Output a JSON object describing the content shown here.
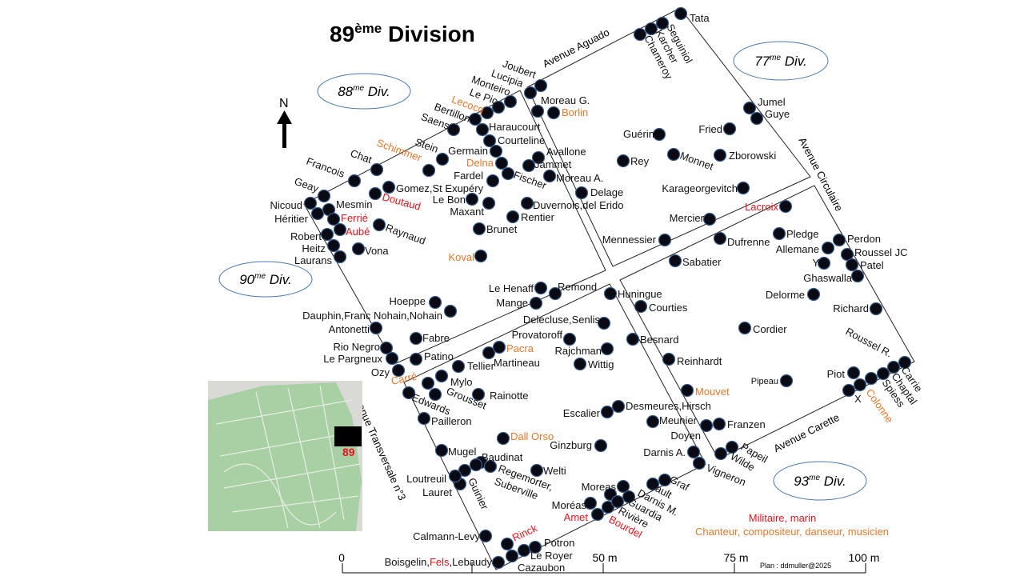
{
  "title": {
    "number": "89",
    "sup": "ème",
    "rest": " Division"
  },
  "north": "N",
  "divisions": [
    {
      "num": "88",
      "sup": "me",
      "rest": " Div."
    },
    {
      "num": "77",
      "sup": "me",
      "rest": " Div."
    },
    {
      "num": "90",
      "sup": "me",
      "rest": " Div."
    },
    {
      "num": "93",
      "sup": "me",
      "rest": " Div."
    }
  ],
  "avenues": [
    "Avenue Aguado",
    "Avenue Circulaire",
    "Avenue Transversale n°3",
    "Avenue Carette"
  ],
  "colors": {
    "default": "#111111",
    "military": "#e8141c",
    "artist": "#e8782c"
  },
  "legend": {
    "military": "Militaire, marin",
    "artist": "Chanteur, compositeur, danseur, musicien"
  },
  "scale": {
    "ticks": [
      "0",
      "50 m",
      "75 m",
      "100 m"
    ],
    "credit": "Plan : ddmuller@2025"
  },
  "inset": {
    "label": "89"
  },
  "bottom_group": {
    "a": "Boisgelin,",
    "b": "Fels",
    "c": ",Lebaudy"
  },
  "graves": [
    {
      "n": "Tata",
      "t": "default"
    },
    {
      "n": "Seguiniol",
      "t": "default"
    },
    {
      "n": "Karcher",
      "t": "default"
    },
    {
      "n": "Chameroy",
      "t": "default"
    },
    {
      "n": "Joubert",
      "t": "default"
    },
    {
      "n": "Lucipia",
      "t": "default"
    },
    {
      "n": "Monteiro",
      "t": "default"
    },
    {
      "n": "Le Pic",
      "t": "default"
    },
    {
      "n": "Lecocq",
      "t": "artist"
    },
    {
      "n": "Bertillon",
      "t": "default"
    },
    {
      "n": "Saens",
      "t": "default"
    },
    {
      "n": "Haraucourt",
      "t": "default"
    },
    {
      "n": "Courteline",
      "t": "default"
    },
    {
      "n": "Germain",
      "t": "default"
    },
    {
      "n": "Delna",
      "t": "artist"
    },
    {
      "n": "Fardel",
      "t": "default"
    },
    {
      "n": "Fischer",
      "t": "default"
    },
    {
      "n": "Stein",
      "t": "default"
    },
    {
      "n": "Schimmer",
      "t": "artist"
    },
    {
      "n": "Chat",
      "t": "default"
    },
    {
      "n": "Francois",
      "t": "default"
    },
    {
      "n": "Geay",
      "t": "default"
    },
    {
      "n": "Gomez,St Exupéry",
      "t": "default"
    },
    {
      "n": "Doutaud",
      "t": "military"
    },
    {
      "n": "Le Bon",
      "t": "default"
    },
    {
      "n": "Maxant",
      "t": "default"
    },
    {
      "n": "Duvernois,del Erido",
      "t": "default"
    },
    {
      "n": "Rentier",
      "t": "default"
    },
    {
      "n": "Brunet",
      "t": "default"
    },
    {
      "n": "Koval",
      "t": "artist"
    },
    {
      "n": "Nicoud",
      "t": "default"
    },
    {
      "n": "Mesmin",
      "t": "default"
    },
    {
      "n": "Héritier",
      "t": "default"
    },
    {
      "n": "Ferrié",
      "t": "military"
    },
    {
      "n": "Aubé",
      "t": "military"
    },
    {
      "n": "Raynaud",
      "t": "default"
    },
    {
      "n": "Robert",
      "t": "default"
    },
    {
      "n": "Heitz",
      "t": "default"
    },
    {
      "n": "Laurans",
      "t": "default"
    },
    {
      "n": "Vona",
      "t": "default"
    },
    {
      "n": "Moreau G.",
      "t": "default"
    },
    {
      "n": "Borlin",
      "t": "artist"
    },
    {
      "n": "Avallone",
      "t": "default"
    },
    {
      "n": "Jammet",
      "t": "default"
    },
    {
      "n": "Moreau A.",
      "t": "default"
    },
    {
      "n": "Delage",
      "t": "default"
    },
    {
      "n": "Guérin",
      "t": "default"
    },
    {
      "n": "Fried",
      "t": "default"
    },
    {
      "n": "Jumel",
      "t": "default"
    },
    {
      "n": "Guye",
      "t": "default"
    },
    {
      "n": "Rey",
      "t": "default"
    },
    {
      "n": "Monnet",
      "t": "default"
    },
    {
      "n": "Zborowski",
      "t": "default"
    },
    {
      "n": "Karageorgevitch",
      "t": "default"
    },
    {
      "n": "Lacroix",
      "t": "military"
    },
    {
      "n": "Mercier",
      "t": "default"
    },
    {
      "n": "Mennessier",
      "t": "default"
    },
    {
      "n": "Dufrenne",
      "t": "default"
    },
    {
      "n": "Sabatier",
      "t": "default"
    },
    {
      "n": "Pledge",
      "t": "default"
    },
    {
      "n": "Perdon",
      "t": "default"
    },
    {
      "n": "Allemane",
      "t": "default"
    },
    {
      "n": "Roussel JC",
      "t": "default"
    },
    {
      "n": "Y",
      "t": "default"
    },
    {
      "n": "Patel",
      "t": "default"
    },
    {
      "n": "Ghaswalla",
      "t": "default"
    },
    {
      "n": "Delorme",
      "t": "default"
    },
    {
      "n": "Richard",
      "t": "default"
    },
    {
      "n": "Cordier",
      "t": "default"
    },
    {
      "n": "Roussel R.",
      "t": "default"
    },
    {
      "n": "Piot",
      "t": "default"
    },
    {
      "n": "Pipeau",
      "t": "default"
    },
    {
      "n": "Carrie",
      "t": "default"
    },
    {
      "n": "Chaptal",
      "t": "default"
    },
    {
      "n": "Spiess",
      "t": "default"
    },
    {
      "n": "Colonne",
      "t": "artist"
    },
    {
      "n": "X",
      "t": "default"
    },
    {
      "n": "Huningue",
      "t": "default"
    },
    {
      "n": "Courties",
      "t": "default"
    },
    {
      "n": "Besnard",
      "t": "default"
    },
    {
      "n": "Reinhardt",
      "t": "default"
    },
    {
      "n": "Mouvet",
      "t": "artist"
    },
    {
      "n": "Desmeures,Hirsch",
      "t": "default"
    },
    {
      "n": "Meunier",
      "t": "default"
    },
    {
      "n": "Doyen",
      "t": "default"
    },
    {
      "n": "Franzen",
      "t": "default"
    },
    {
      "n": "Darnis A.",
      "t": "default"
    },
    {
      "n": "Papeil",
      "t": "default"
    },
    {
      "n": "Wilde",
      "t": "default"
    },
    {
      "n": "Vigneron",
      "t": "default"
    },
    {
      "n": "Ginzburg",
      "t": "default"
    },
    {
      "n": "Escalier",
      "t": "default"
    },
    {
      "n": "Welti",
      "t": "default"
    },
    {
      "n": "Mugel",
      "t": "default"
    },
    {
      "n": "Baudinat",
      "t": "default"
    },
    {
      "n": "Regemorter,",
      "t": "default"
    },
    {
      "n": "Suberville",
      "t": "default"
    },
    {
      "n": "Guinier",
      "t": "default"
    },
    {
      "n": "Loutreuil",
      "t": "default"
    },
    {
      "n": "Lauret",
      "t": "default"
    },
    {
      "n": "Calmann-Levy",
      "t": "default"
    },
    {
      "n": "Rinck",
      "t": "military"
    },
    {
      "n": "Potron",
      "t": "default"
    },
    {
      "n": "Le Royer",
      "t": "default"
    },
    {
      "n": "Cazaubon",
      "t": "default"
    },
    {
      "n": "Dall Orso",
      "t": "artist"
    },
    {
      "n": "Pailleron",
      "t": "default"
    },
    {
      "n": "Edwards",
      "t": "default"
    },
    {
      "n": "Grousset",
      "t": "default"
    },
    {
      "n": "Rainotte",
      "t": "default"
    },
    {
      "n": "Mylo",
      "t": "default"
    },
    {
      "n": "Tellier",
      "t": "default"
    },
    {
      "n": "Carré",
      "t": "artist"
    },
    {
      "n": "Ozy",
      "t": "default"
    },
    {
      "n": "Le Pargneux",
      "t": "default"
    },
    {
      "n": "Rio Negro",
      "t": "default"
    },
    {
      "n": "Fabre",
      "t": "default"
    },
    {
      "n": "Patino",
      "t": "default"
    },
    {
      "n": "Antonetti",
      "t": "default"
    },
    {
      "n": "Dauphin,Franc Nohain,Nohain",
      "t": "default"
    },
    {
      "n": "Hoeppe",
      "t": "default"
    },
    {
      "n": "Le Henaff",
      "t": "default"
    },
    {
      "n": "Remond",
      "t": "default"
    },
    {
      "n": "Mange",
      "t": "default"
    },
    {
      "n": "Delecluse,Senlis",
      "t": "default"
    },
    {
      "n": "Provatoroff",
      "t": "default"
    },
    {
      "n": "Pacra",
      "t": "artist"
    },
    {
      "n": "Rajchman",
      "t": "default"
    },
    {
      "n": "Martineau",
      "t": "default"
    },
    {
      "n": "Wittig",
      "t": "default"
    },
    {
      "n": "Moreas",
      "t": "default"
    },
    {
      "n": "Moréas",
      "t": "default"
    },
    {
      "n": "Amet",
      "t": "military"
    },
    {
      "n": "Bourdel",
      "t": "military"
    },
    {
      "n": "Rivière",
      "t": "default"
    },
    {
      "n": "Guardia",
      "t": "default"
    },
    {
      "n": "Darnis M.",
      "t": "default"
    },
    {
      "n": "Piault",
      "t": "default"
    },
    {
      "n": "Graf",
      "t": "default"
    }
  ]
}
